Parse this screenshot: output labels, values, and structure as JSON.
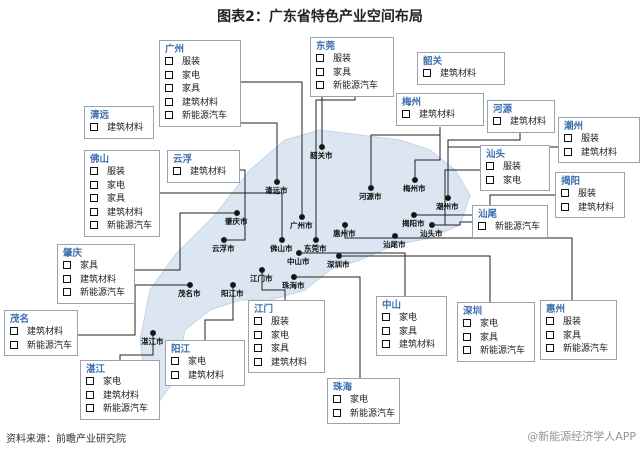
{
  "title": "图表2：广东省特色产业空间布局",
  "source": "资料来源：前瞻产业研究院",
  "watermark": "@新能源经济学人APP",
  "colors": {
    "map": "#dbe6f2",
    "city_name": "#3d6fb0",
    "border": "#9aa3ad"
  },
  "boxes": [
    {
      "city": "广州",
      "items": [
        "服装",
        "家电",
        "家具",
        "建筑材料",
        "新能源汽车"
      ]
    },
    {
      "city": "东莞",
      "items": [
        "服装",
        "家具",
        "新能源汽车"
      ]
    },
    {
      "city": "韶关",
      "items": [
        "建筑材料"
      ]
    },
    {
      "city": "梅州",
      "items": [
        "建筑材料"
      ]
    },
    {
      "city": "河源",
      "items": [
        "建筑材料"
      ]
    },
    {
      "city": "潮州",
      "items": [
        "服装",
        "建筑材料"
      ]
    },
    {
      "city": "汕头",
      "items": [
        "服装",
        "家电"
      ]
    },
    {
      "city": "揭阳",
      "items": [
        "服装",
        "建筑材料"
      ]
    },
    {
      "city": "汕尾",
      "items": [
        "新能源汽车"
      ]
    },
    {
      "city": "清远",
      "items": [
        "建筑材料"
      ]
    },
    {
      "city": "佛山",
      "items": [
        "服装",
        "家电",
        "家具",
        "建筑材料",
        "新能源汽车"
      ]
    },
    {
      "city": "云浮",
      "items": [
        "建筑材料"
      ]
    },
    {
      "city": "肇庆",
      "items": [
        "家具",
        "建筑材料",
        "新能源汽车"
      ]
    },
    {
      "city": "茂名",
      "items": [
        "建筑材料",
        "新能源汽车"
      ]
    },
    {
      "city": "湛江",
      "items": [
        "家电",
        "建筑材料",
        "新能源汽车"
      ]
    },
    {
      "city": "阳江",
      "items": [
        "家电",
        "建筑材料"
      ]
    },
    {
      "city": "江门",
      "items": [
        "服装",
        "家电",
        "家具",
        "建筑材料"
      ]
    },
    {
      "city": "珠海",
      "items": [
        "家电",
        "新能源汽车"
      ]
    },
    {
      "city": "中山",
      "items": [
        "家电",
        "家具",
        "建筑材料"
      ]
    },
    {
      "city": "深圳",
      "items": [
        "家电",
        "家具",
        "新能源汽车"
      ]
    },
    {
      "city": "惠州",
      "items": [
        "服装",
        "家具",
        "新能源汽车"
      ]
    }
  ],
  "map_cities": [
    "韶关市",
    "清远市",
    "河源市",
    "梅州市",
    "潮州市",
    "揭阳市",
    "汕头市",
    "广州市",
    "肇庆市",
    "佛山市",
    "惠州市",
    "东莞市",
    "汕尾市",
    "云浮市",
    "中山市",
    "深圳市",
    "江门市",
    "珠海市",
    "茂名市",
    "阳江市",
    "湛江市"
  ]
}
